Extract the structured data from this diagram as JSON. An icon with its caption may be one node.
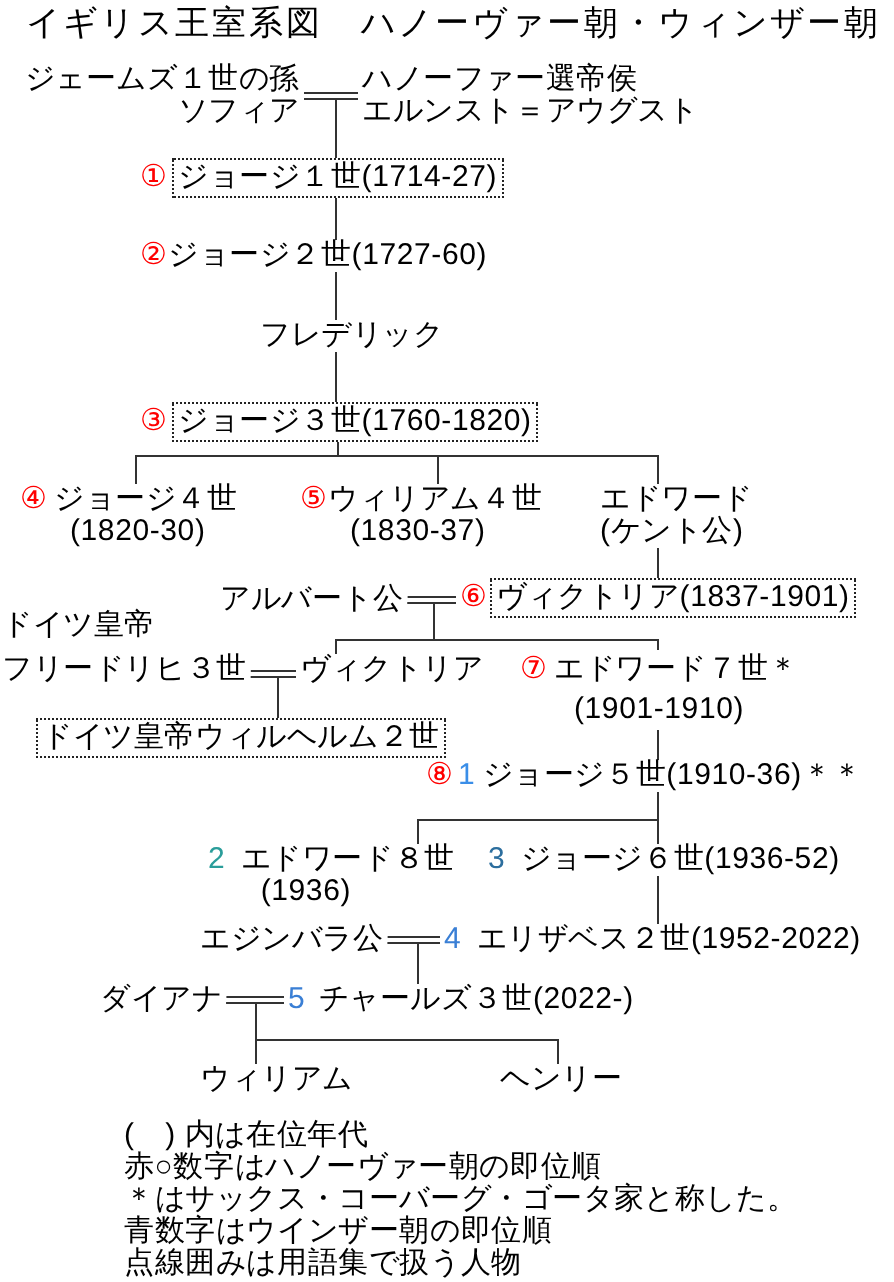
{
  "diagram": {
    "title": "イギリス王室系図　ハノーヴァー朝・ウィンザー朝",
    "nodes": [
      {
        "text": [
          "ジェームズ１世の孫ソフィア"
        ]
      },
      {
        "text": [
          "ハノーファー選帝侯エルンスト＝アウグスト"
        ]
      },
      {
        "text": [
          "ジョージ１世(1714-27)"
        ],
        "beside": [
          "①"
        ]
      },
      {
        "text": [
          "ジョージ２世(1727-60)"
        ],
        "beside": [
          "②"
        ]
      },
      {
        "text": [
          "フレデリック"
        ]
      },
      {
        "text": [
          "ジョージ３世(1760-1820)"
        ],
        "beside": [
          "③"
        ]
      },
      {
        "text": [
          "ジョージ４世(1820-30)"
        ],
        "beside": [
          "④"
        ]
      },
      {
        "text": [
          "ウィリアム４世(1830-37)"
        ],
        "beside": [
          "⑤"
        ]
      },
      {
        "text": [
          "エドワード(ケント公)"
        ]
      },
      {
        "text": [
          "アルバート公"
        ]
      },
      {
        "text": [
          "ヴィクトリア(1837-1901)"
        ],
        "beside": [
          "⑥"
        ]
      },
      {
        "text": [
          "ドイツ皇帝フリードリヒ３世"
        ]
      },
      {
        "text": [
          "ヴィクトリア"
        ]
      },
      {
        "text": [
          "エドワード７世＊(1901-1910)"
        ],
        "beside": [
          "⑦"
        ]
      },
      {
        "text": [
          "ドイツ皇帝ウィルヘルム２世"
        ]
      },
      {
        "text": [
          "ジョージ５世(1910-36)＊＊"
        ],
        "beside": [
          "⑧",
          "1"
        ]
      },
      {
        "text": [
          "エドワード８世(1936)"
        ],
        "beside": [
          "2"
        ]
      },
      {
        "text": [
          "ジョージ６世(1936-52)"
        ],
        "beside": [
          "3"
        ]
      },
      {
        "text": [
          "エジンバラ公"
        ]
      },
      {
        "text": [
          "エリザベス２世(1952-2022)"
        ],
        "beside": [
          "4"
        ]
      },
      {
        "text": [
          "ダイアナ"
        ]
      },
      {
        "text": [
          "チャールズ３世(2022-)"
        ],
        "beside": [
          "5"
        ]
      },
      {
        "text": [
          "ウィリアム"
        ]
      },
      {
        "text": [
          "ヘンリー"
        ]
      }
    ],
    "edges": [
      {
        "from": 0,
        "to": 1,
        "arrow": "none"
      },
      {
        "from": 0,
        "to": 2,
        "arrow": "none"
      },
      {
        "from": 1,
        "to": 2,
        "arrow": "none"
      },
      {
        "from": 2,
        "to": 3,
        "arrow": "none"
      },
      {
        "from": 3,
        "to": 4,
        "arrow": "none"
      },
      {
        "from": 4,
        "to": 5,
        "arrow": "none"
      },
      {
        "from": 5,
        "to": 6,
        "arrow": "none"
      },
      {
        "from": 5,
        "to": 7,
        "arrow": "none"
      },
      {
        "from": 5,
        "to": 8,
        "arrow": "none"
      },
      {
        "from": 8,
        "to": 10,
        "arrow": "none"
      },
      {
        "from": 9,
        "to": 10,
        "arrow": "none"
      },
      {
        "from": 9,
        "to": 12,
        "arrow": "none"
      },
      {
        "from": 10,
        "to": 12,
        "arrow": "none"
      },
      {
        "from": 9,
        "to": 13,
        "arrow": "none"
      },
      {
        "from": 10,
        "to": 13,
        "arrow": "none"
      },
      {
        "from": 11,
        "to": 12,
        "arrow": "none"
      },
      {
        "from": 11,
        "to": 14,
        "arrow": "none"
      },
      {
        "from": 12,
        "to": 14,
        "arrow": "none"
      },
      {
        "from": 13,
        "to": 15,
        "arrow": "none"
      },
      {
        "from": 15,
        "to": 16,
        "arrow": "none"
      },
      {
        "from": 15,
        "to": 17,
        "arrow": "none"
      },
      {
        "from": 17,
        "to": 19,
        "arrow": "none"
      },
      {
        "from": 18,
        "to": 19,
        "arrow": "none"
      },
      {
        "from": 18,
        "to": 21,
        "arrow": "none"
      },
      {
        "from": 19,
        "to": 21,
        "arrow": "none"
      },
      {
        "from": 20,
        "to": 21,
        "arrow": "none"
      },
      {
        "from": 20,
        "to": 22,
        "arrow": "none"
      },
      {
        "from": 21,
        "to": 22,
        "arrow": "none"
      },
      {
        "from": 20,
        "to": 23,
        "arrow": "none"
      },
      {
        "from": 21,
        "to": 23,
        "arrow": "none"
      }
    ],
    "labels": [
      "(　) 内は在位年代",
      "赤○数字はハノーヴァー朝の即位順",
      "＊はサックス・コーバーグ・ゴータ家と称した。",
      "青数字はウインザー朝の即位順",
      "点線囲みは用語集で扱う人物"
    ]
  }
}
